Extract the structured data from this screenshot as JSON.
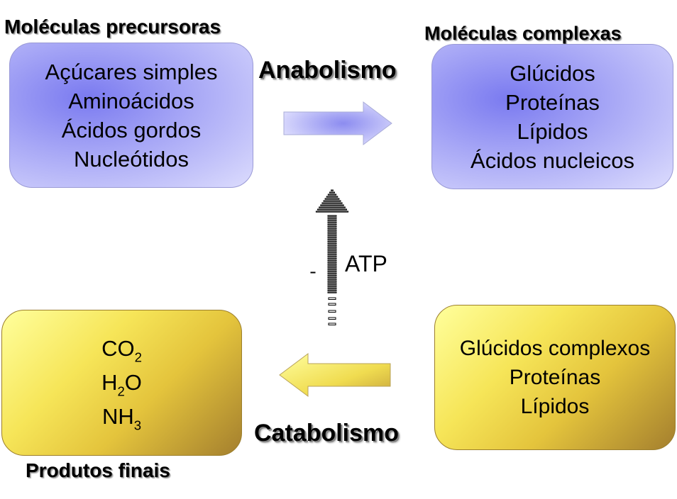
{
  "headings": {
    "precursor": "Moléculas precursoras",
    "complex": "Moléculas complexas",
    "final": "Produtos finais"
  },
  "processes": {
    "anabolism": "Anabolismo",
    "catabolism": "Catabolismo",
    "energy": "ATP"
  },
  "precursor_molecules": [
    "Açúcares simples",
    "Aminoácidos",
    "Ácidos gordos",
    "Nucleótidos"
  ],
  "complex_molecules": [
    "Glúcidos",
    "Proteínas",
    "Lípidos",
    "Ácidos nucleicos"
  ],
  "catabolism_substrates": [
    "Glúcidos complexos",
    "Proteínas",
    "Lípidos"
  ],
  "final_products": [
    {
      "base": "CO",
      "sub": "2",
      "after": ""
    },
    {
      "base": "H",
      "sub": "2",
      "after": "O"
    },
    {
      "base": "NH",
      "sub": "3",
      "after": ""
    }
  ],
  "colors": {
    "anabolic_box": "#a8a8f6",
    "catabolic_box": "#f6e558",
    "anabolic_arrow": "#9aa0f0",
    "catabolic_arrow": "#f2e45a"
  }
}
